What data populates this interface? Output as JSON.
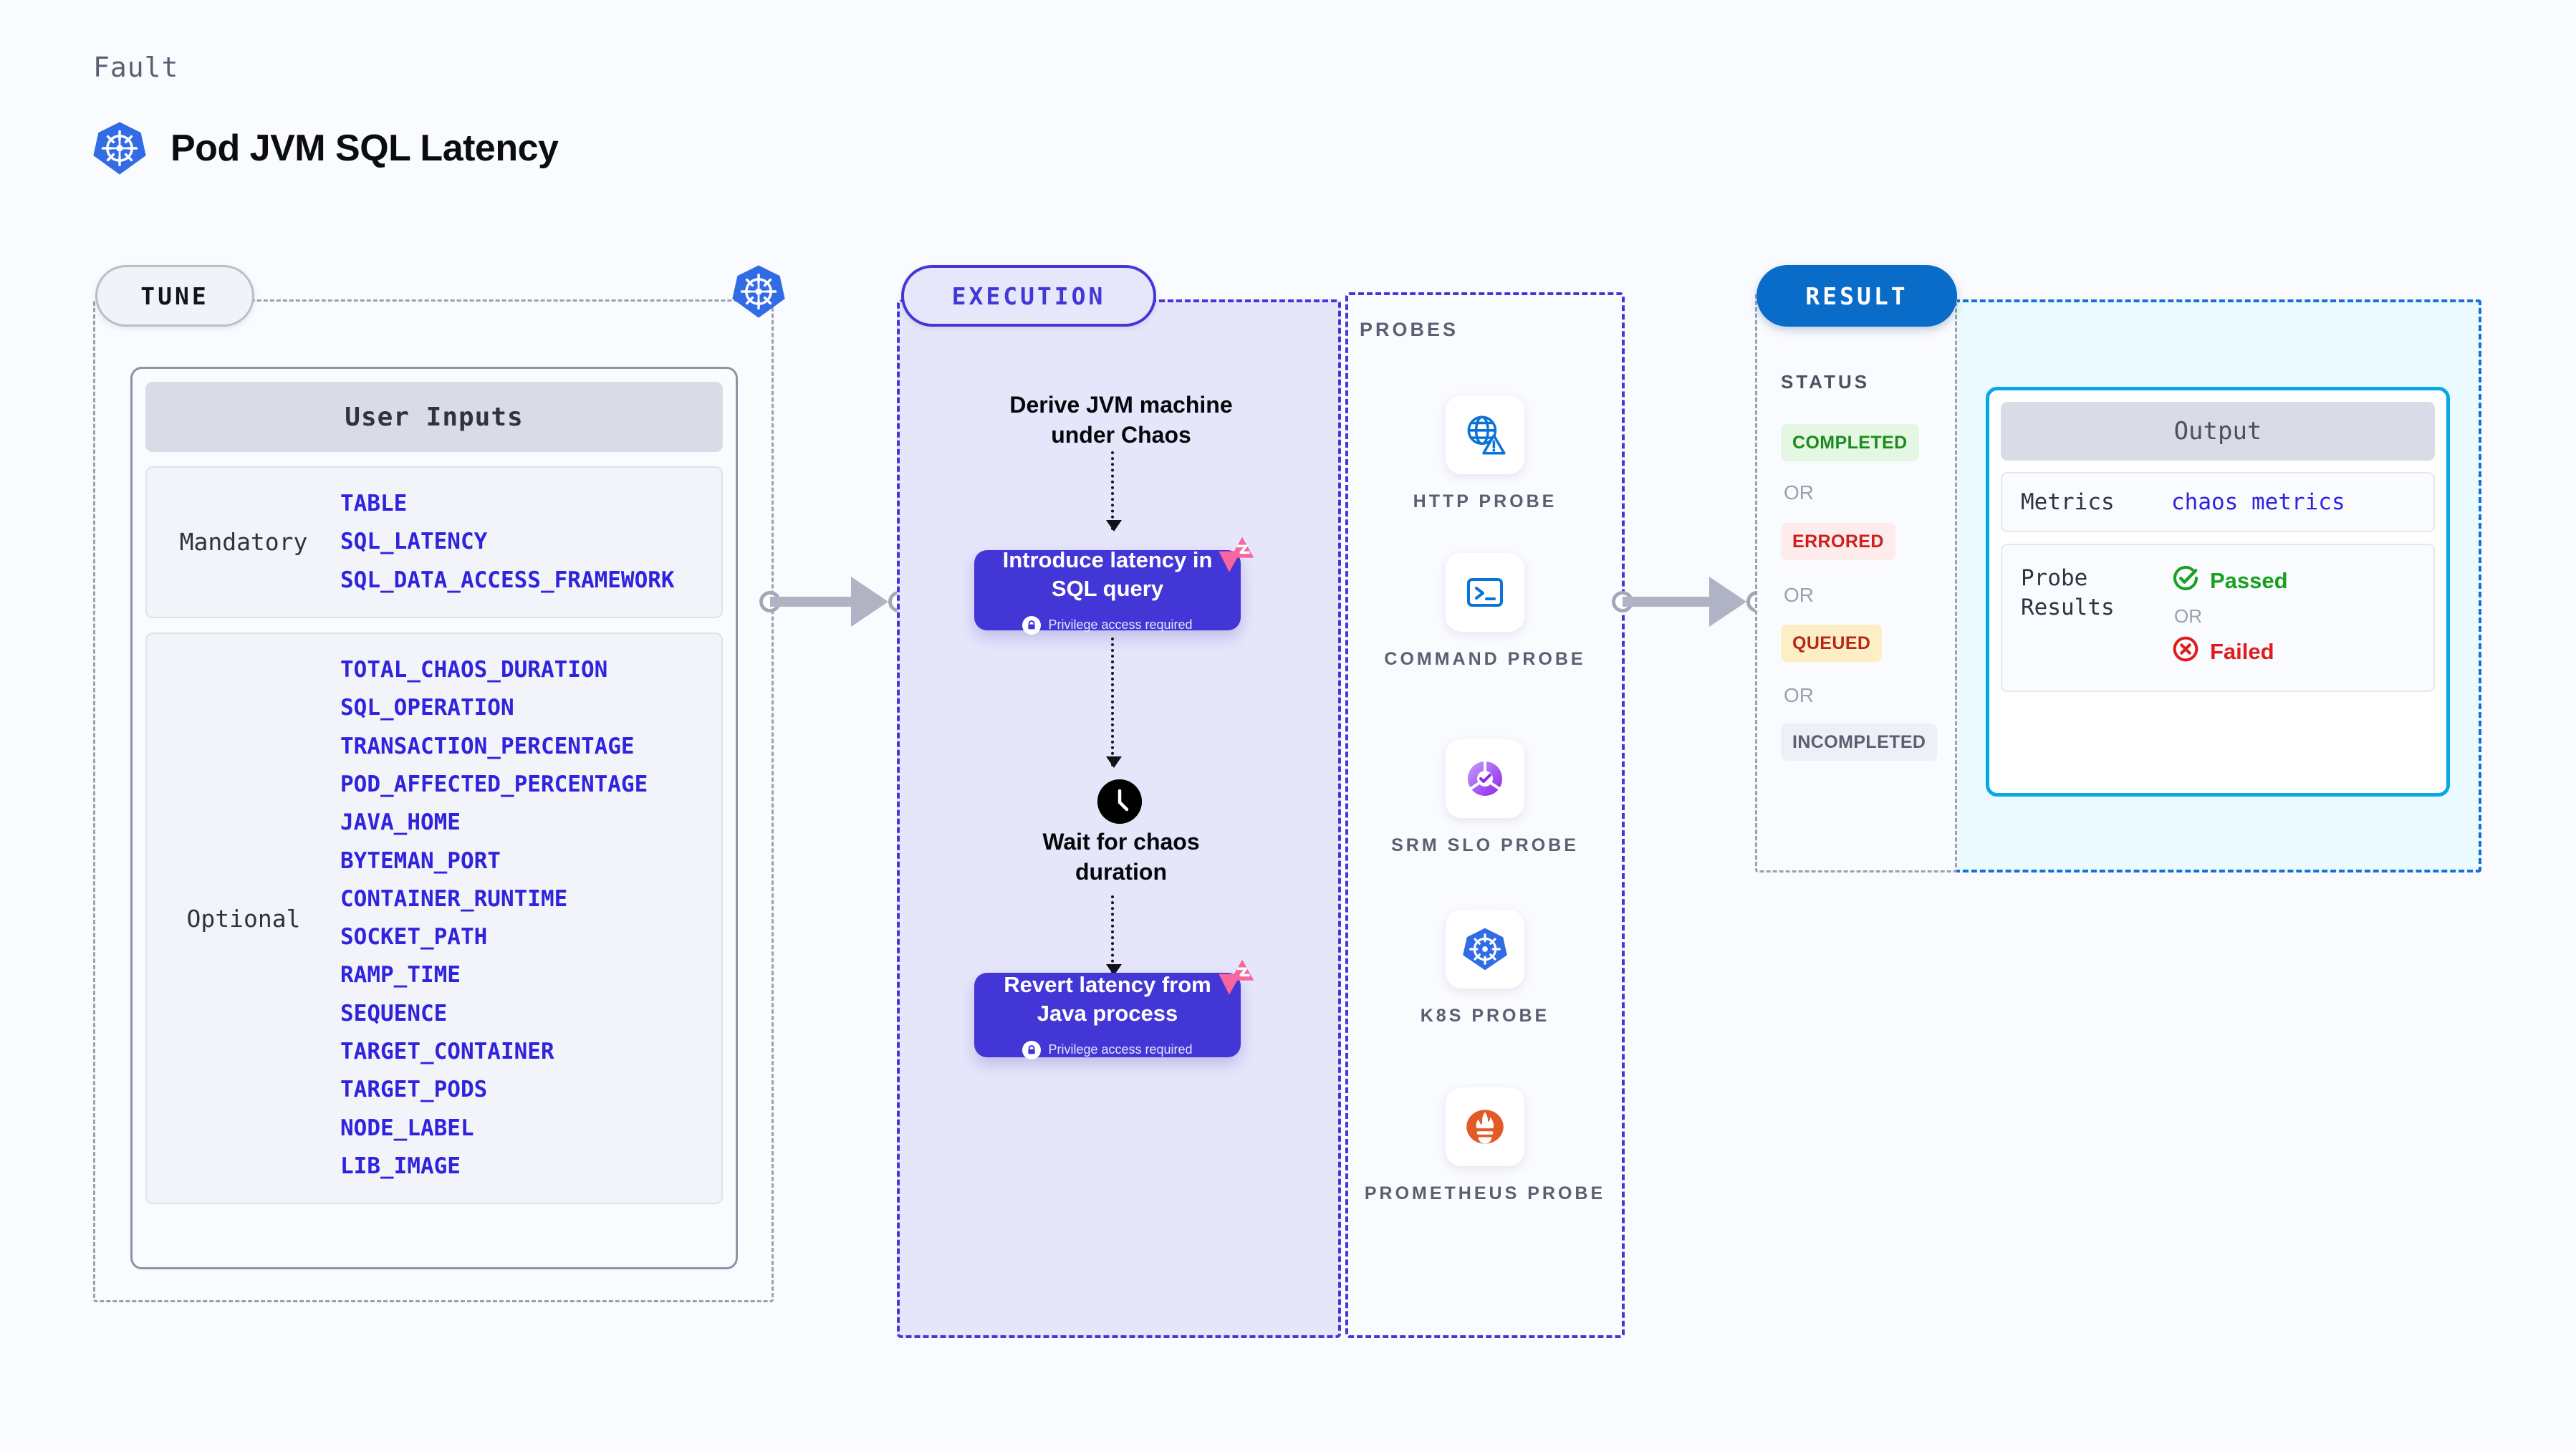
{
  "header": {
    "kicker": "Fault",
    "title": "Pod JVM SQL Latency",
    "icon": "kubernetes-icon"
  },
  "tune": {
    "pill_label": "TUNE",
    "badge_icon": "kubernetes-icon",
    "card_header": "User Inputs",
    "groups": [
      {
        "label": "Mandatory",
        "params": [
          "TABLE",
          "SQL_LATENCY",
          "SQL_DATA_ACCESS_FRAMEWORK"
        ]
      },
      {
        "label": "Optional",
        "params": [
          "TOTAL_CHAOS_DURATION",
          "SQL_OPERATION",
          "TRANSACTION_PERCENTAGE",
          "POD_AFFECTED_PERCENTAGE",
          "JAVA_HOME",
          "BYTEMAN_PORT",
          "CONTAINER_RUNTIME",
          "SOCKET_PATH",
          "RAMP_TIME",
          "SEQUENCE",
          "TARGET_CONTAINER",
          "TARGET_PODS",
          "NODE_LABEL",
          "LIB_IMAGE"
        ]
      }
    ]
  },
  "execution": {
    "pill_label": "EXECUTION",
    "step_derive": "Derive JVM machine\nunder Chaos",
    "action_introduce": {
      "title": "Introduce latency in\nSQL query",
      "note": "Privilege access required",
      "note_icon": "lock-icon",
      "corner_icon": "litmus-icon"
    },
    "step_wait": "Wait for chaos\nduration",
    "wait_icon": "clock-icon",
    "action_revert": {
      "title": "Revert latency from\nJava process",
      "note": "Privilege access required",
      "note_icon": "lock-icon",
      "corner_icon": "litmus-icon"
    }
  },
  "probes": {
    "label": "PROBES",
    "items": [
      {
        "name": "HTTP PROBE",
        "icon": "globe-warning-icon"
      },
      {
        "name": "COMMAND PROBE",
        "icon": "terminal-icon"
      },
      {
        "name": "SRM SLO PROBE",
        "icon": "srm-slo-icon"
      },
      {
        "name": "K8S PROBE",
        "icon": "kubernetes-icon"
      },
      {
        "name": "PROMETHEUS PROBE",
        "icon": "prometheus-icon"
      }
    ]
  },
  "result": {
    "pill_label": "RESULT",
    "status_label": "STATUS",
    "or_label": "OR",
    "statuses": [
      {
        "text": "COMPLETED",
        "bg": "#e3f7e2",
        "fg": "#1e8a1e"
      },
      {
        "text": "ERRORED",
        "bg": "#fdecec",
        "fg": "#cc1f1f"
      },
      {
        "text": "QUEUED",
        "bg": "#fdefc5",
        "fg": "#b8261a"
      },
      {
        "text": "INCOMPLETED",
        "bg": "#eef0f7",
        "fg": "#5a6072"
      }
    ],
    "output": {
      "header": "Output",
      "metrics_key": "Metrics",
      "metrics_value": "chaos metrics",
      "probe_results_key": "Probe\nResults",
      "passed": "Passed",
      "passed_icon": "check-circle-icon",
      "or_label": "OR",
      "failed": "Failed",
      "failed_icon": "x-circle-icon"
    }
  },
  "colors": {
    "background": "#fafbff",
    "accent_purple": "#4338d6",
    "accent_blue": "#0a6cc9",
    "accent_cyan": "#06a9e6",
    "param_blue": "#3023dd",
    "k8s_blue": "#326ce5",
    "litmus_pink": "#f8659f"
  }
}
